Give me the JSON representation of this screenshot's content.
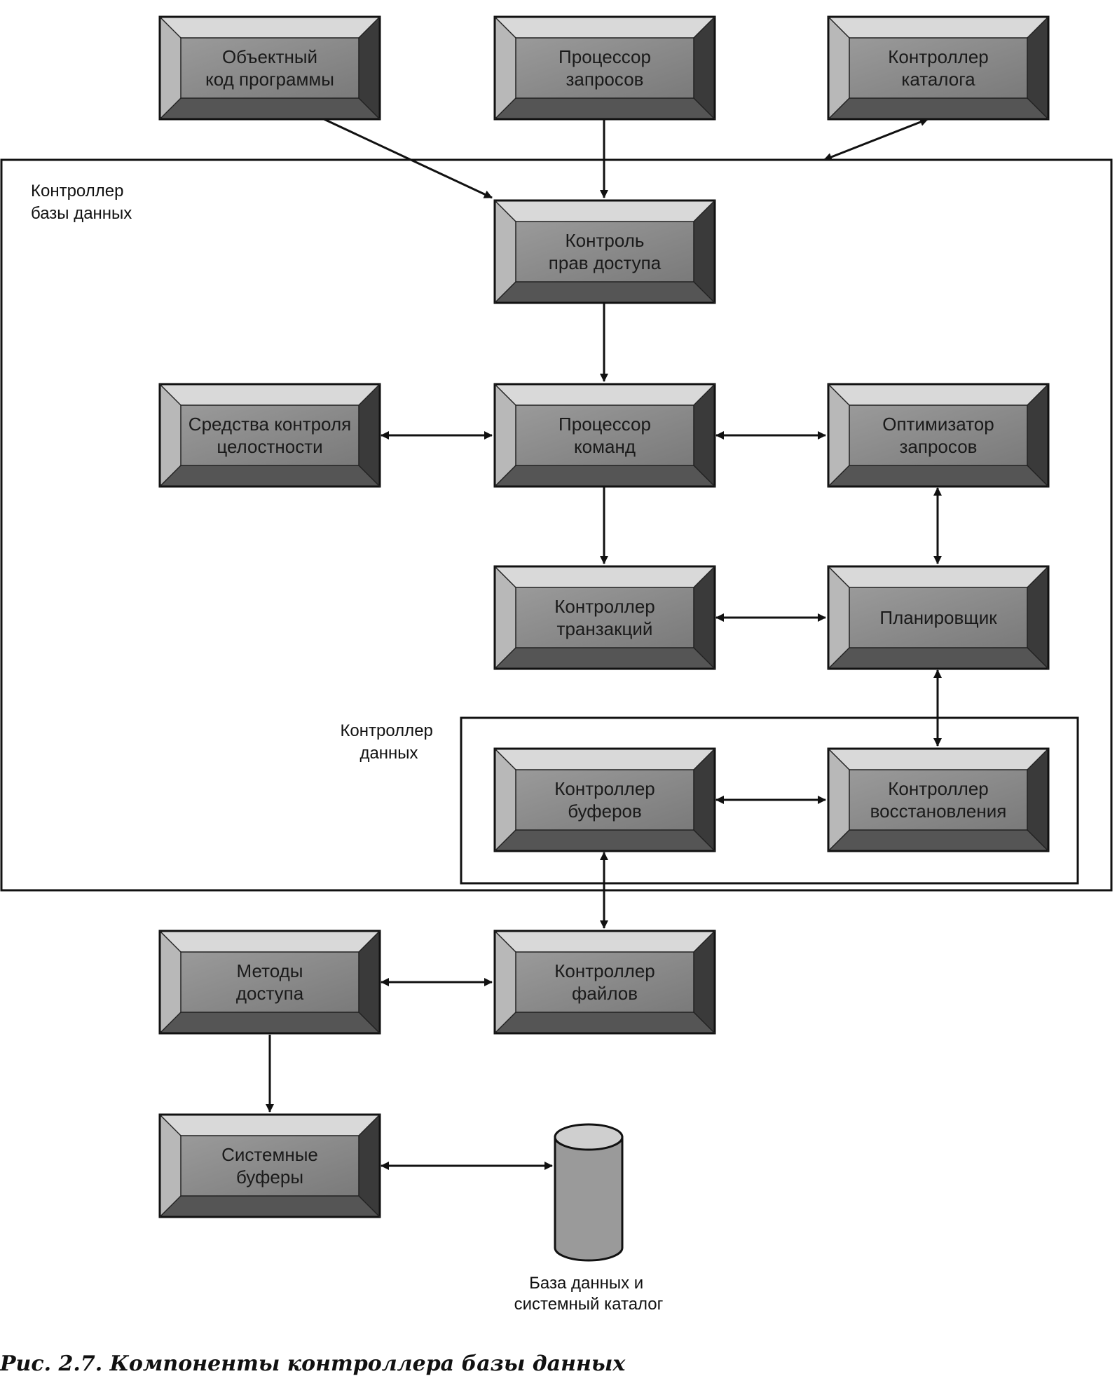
{
  "caption": "Рис. 2.7. Компоненты контроллера базы данных",
  "regions": {
    "database_manager": [
      "Контроллер",
      "базы данных"
    ],
    "data_manager": [
      "Контроллер",
      "данных"
    ]
  },
  "components": {
    "object_code": [
      "Объектный",
      "код программы"
    ],
    "query_processor": [
      "Процессор",
      "запросов"
    ],
    "catalog_manager": [
      "Контроллер",
      "каталога"
    ],
    "access_control": [
      "Контроль",
      "прав доступа"
    ],
    "integrity_checker": [
      "Средства контроля",
      "целостности"
    ],
    "command_processor": [
      "Процессор",
      "команд"
    ],
    "query_optimizer": [
      "Оптимизатор",
      "запросов"
    ],
    "transaction_manager": [
      "Контроллер",
      "транзакций"
    ],
    "scheduler": [
      "Планировщик"
    ],
    "buffer_manager": [
      "Контроллер",
      "буферов"
    ],
    "recovery_manager": [
      "Контроллер",
      "восстановления"
    ],
    "file_manager": [
      "Контроллер",
      "файлов"
    ],
    "access_methods": [
      "Методы",
      "доступа"
    ],
    "system_buffers": [
      "Системные",
      "буферы"
    ]
  },
  "database": [
    "База данных и",
    "системный каталог"
  ],
  "colors": {
    "box_face": "#8c8c8c",
    "box_bevel_light": "#e6e6e6",
    "box_bevel_dark": "#2a2a2a",
    "line": "#111111"
  }
}
